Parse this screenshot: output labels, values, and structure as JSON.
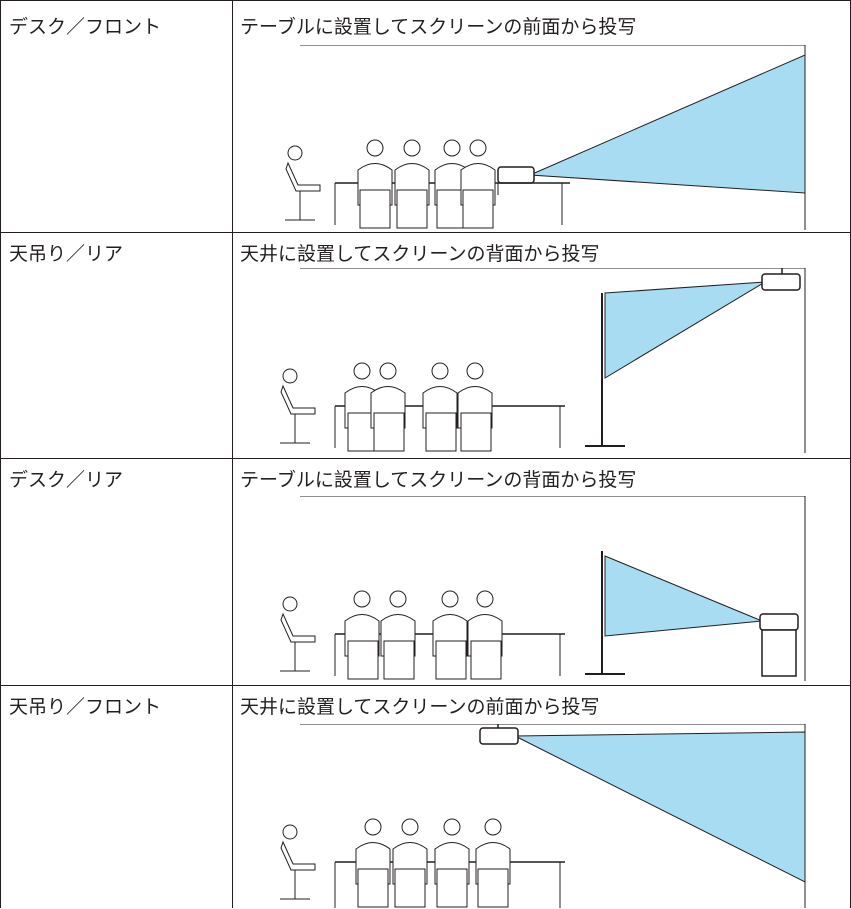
{
  "rows": [
    {
      "mode": "デスク／フロント",
      "description": "テーブルに設置してスクリーンの前面から投写"
    },
    {
      "mode": "天吊り／リア",
      "description": "天井に設置してスクリーンの背面から投写"
    },
    {
      "mode": "デスク／リア",
      "description": "テーブルに設置してスクリーンの背面から投写"
    },
    {
      "mode": "天吊り／フロント",
      "description": "天井に設置してスクリーンの前面から投写"
    }
  ],
  "colors": {
    "beam": "#a7dcf2",
    "line": "#231f20"
  }
}
